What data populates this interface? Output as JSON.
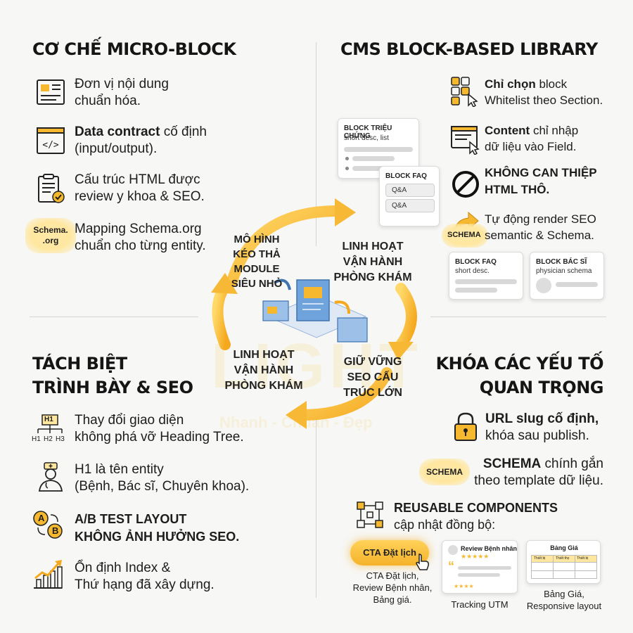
{
  "sections": {
    "top_left": {
      "title": "CƠ CHẾ MICRO-BLOCK",
      "items": [
        {
          "icon": "content-block-icon",
          "text": "Đơn vị nội dung\nchuẩn hóa."
        },
        {
          "icon": "code-window-icon",
          "bold": "Data contract",
          "text": " cố định\n(input/output)."
        },
        {
          "icon": "clipboard-check-icon",
          "text": "Cấu trúc HTML được\nreview y khoa & SEO."
        },
        {
          "icon": "schema-org-badge",
          "badge": "Schema.\n.org",
          "text": "Mapping Schema.org\nchuẩn cho từng entity."
        }
      ]
    },
    "top_right": {
      "title": "CMS BLOCK-BASED LIBRARY",
      "items": [
        {
          "icon": "block-select-icon",
          "bold": "Chỉ chọn",
          "text": " block\nWhitelist theo Section."
        },
        {
          "icon": "form-input-icon",
          "bold": "Content",
          "text": " chỉ nhập\ndữ liệu vào Field."
        },
        {
          "icon": "prohibited-icon",
          "bold": "KHÔNG CAN THIỆP\nHTML THÔ.",
          "text": ""
        },
        {
          "icon": "share-arrow-icon",
          "badge": "SCHEMA",
          "text": "Tự động render SEO\nsemantic & Schema."
        }
      ],
      "cards": {
        "trieu_chung": {
          "title": "BLOCK TRIỆU CHỨNG",
          "sub": "short desc, list"
        },
        "faq_float": {
          "title": "BLOCK FAQ",
          "pills": [
            "Q&A",
            "Q&A"
          ]
        },
        "faq": {
          "title": "BLOCK FAQ",
          "sub": "short desc."
        },
        "bac_si": {
          "title": "BLOCK BÁC SĨ",
          "sub": "physician schema"
        }
      }
    },
    "bottom_left": {
      "title": "TÁCH BIỆT\nTRÌNH BÀY & SEO",
      "items": [
        {
          "icon": "heading-tree-icon",
          "labels": [
            "H1",
            "H1",
            "H2",
            "H3"
          ],
          "text": "Thay đổi giao diện\nkhông phá vỡ Heading Tree."
        },
        {
          "icon": "doctor-icon",
          "text": "H1 là tên entity\n(Bệnh, Bác sĩ, Chuyên khoa)."
        },
        {
          "icon": "ab-test-icon",
          "labels": [
            "A",
            "B"
          ],
          "bold": "A/B TEST LAYOUT\nKHÔNG ẢNH HƯỞNG SEO.",
          "text": ""
        },
        {
          "icon": "growth-chart-icon",
          "text": "Ổn định Index &\nThứ hạng đã xây dựng."
        }
      ]
    },
    "bottom_right": {
      "title": "KHÓA CÁC YẾU TỐ\nQUAN TRỌNG",
      "items": [
        {
          "icon": "lock-icon",
          "bold": "URL slug cố định,",
          "text": "\nkhóa sau publish."
        },
        {
          "icon": "schema-badge",
          "badge": "SCHEMA",
          "bold": "SCHEMA",
          "text": " chính gắn\ntheo template dữ liệu."
        },
        {
          "icon": "components-icon",
          "bold": "REUSABLE COMPONENTS",
          "text": "\ncập nhật đồng bộ:"
        }
      ],
      "components": {
        "cta_button": "CTA Đặt lịch",
        "cta_caption": "CTA Đặt lịch,\nReview Bệnh nhân,\nBảng giá.",
        "review_title": "Review Bệnh nhân",
        "review_stars": "★★★★★",
        "review_stars_small": "★★★★",
        "review_caption": "Tracking UTM",
        "price_title": "Bảng Giá",
        "price_headers": [
          "Thiết bị",
          "Thiết thọ",
          "Thiết bị"
        ],
        "price_caption": "Bảng Giá,\nResponsive layout"
      }
    }
  },
  "center": {
    "label_top_left": "MÔ HÌNH\nKÉO THẢ MODULE\nSIÊU NHỎ",
    "label_top_right": "LINH HOẠT\nVẬN HÀNH\nPHÒNG KHÁM",
    "label_bottom_left": "LINH HOẠT\nVẬN HÀNH\nPHÒNG KHÁM",
    "label_bottom_right": "GIỮ VỮNG\nSEO CẤU\nTRÚC LỚN",
    "watermark_big": "LIGHT",
    "watermark_small": "Nhanh - Chuẩn - Đẹp"
  },
  "colors": {
    "accent": "#f5b82e",
    "accent_light": "#ffe7a0",
    "blue": "#6fa3dc",
    "text": "#1d1d1d"
  }
}
